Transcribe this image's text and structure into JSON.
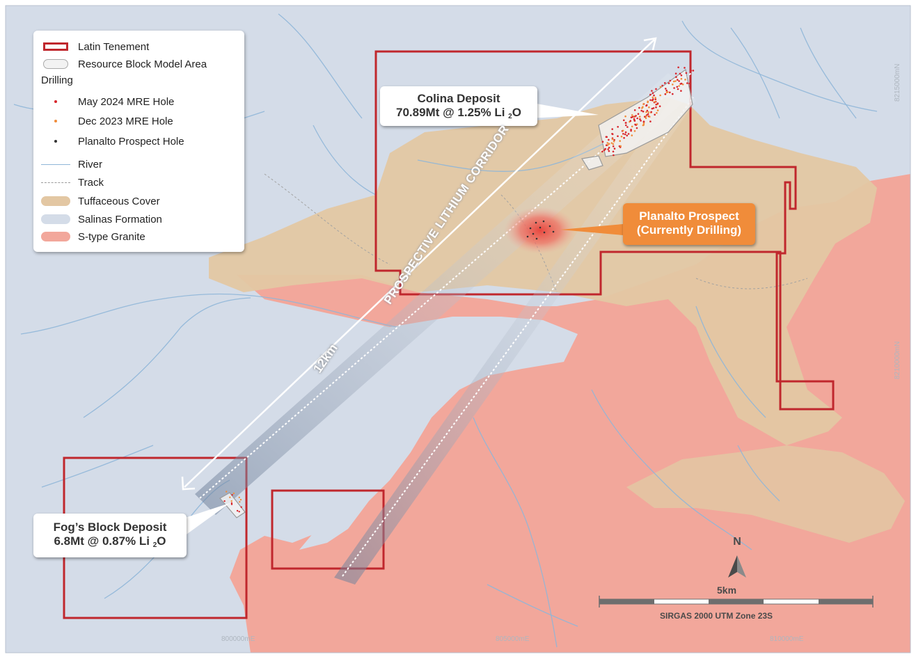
{
  "legend": {
    "items": [
      {
        "label": "Latin Tenement",
        "symbol": "tenement",
        "color": "#c0272d"
      },
      {
        "label": "Resource Block Model Area",
        "symbol": "block",
        "color": "#f2f2f2"
      },
      {
        "label": "Drilling",
        "symbol": "heading"
      },
      {
        "label": "May 2024 MRE Hole",
        "symbol": "dot",
        "color": "#d8262c"
      },
      {
        "label": "Dec 2023 MRE Hole",
        "symbol": "dot",
        "color": "#f08c3a"
      },
      {
        "label": "Planalto Prospect Hole",
        "symbol": "dot",
        "color": "#333333"
      },
      {
        "label": "River",
        "symbol": "river",
        "color": "#8fb6d8"
      },
      {
        "label": "Track",
        "symbol": "track",
        "color": "#9a9a9a"
      },
      {
        "label": "Tuffaceous Cover",
        "symbol": "fill",
        "color": "#e3c7a3"
      },
      {
        "label": "Salinas Formation",
        "symbol": "fill",
        "color": "#d4dce8"
      },
      {
        "label": "S-type Granite",
        "symbol": "fill",
        "color": "#f2a79b"
      }
    ]
  },
  "callouts": {
    "colina": {
      "line1": "Colina Deposit",
      "line2_main": "70.89Mt @ 1.25% Li",
      "line2_sub": "2",
      "line2_end": "O"
    },
    "fogs": {
      "line1": "Fog’s Block Deposit",
      "line2_main": "6.8Mt @ 0.87% Li",
      "line2_sub": "2",
      "line2_end": "O"
    },
    "planalto": {
      "line1": "Planalto Prospect",
      "line2": "(Currently Drilling)"
    }
  },
  "labels": {
    "corridor": "PROSPECTIVE LITHIUM CORRIDOR",
    "distance": "12km",
    "north": "N",
    "scale": "5km",
    "projection": "SIRGAS 2000 UTM Zone 23S"
  },
  "grid": {
    "eastings": [
      "800000mE",
      "805000mE",
      "810000mE"
    ],
    "northings": [
      "8215000mN",
      "8210000mN"
    ]
  },
  "colors": {
    "salinas": "#d4dce8",
    "tuff": "#e3c7a3",
    "granite": "#f2a79b",
    "tenement": "#c0272d",
    "river": "#8fb6d8",
    "planalto_callout": "#f08c3a"
  }
}
